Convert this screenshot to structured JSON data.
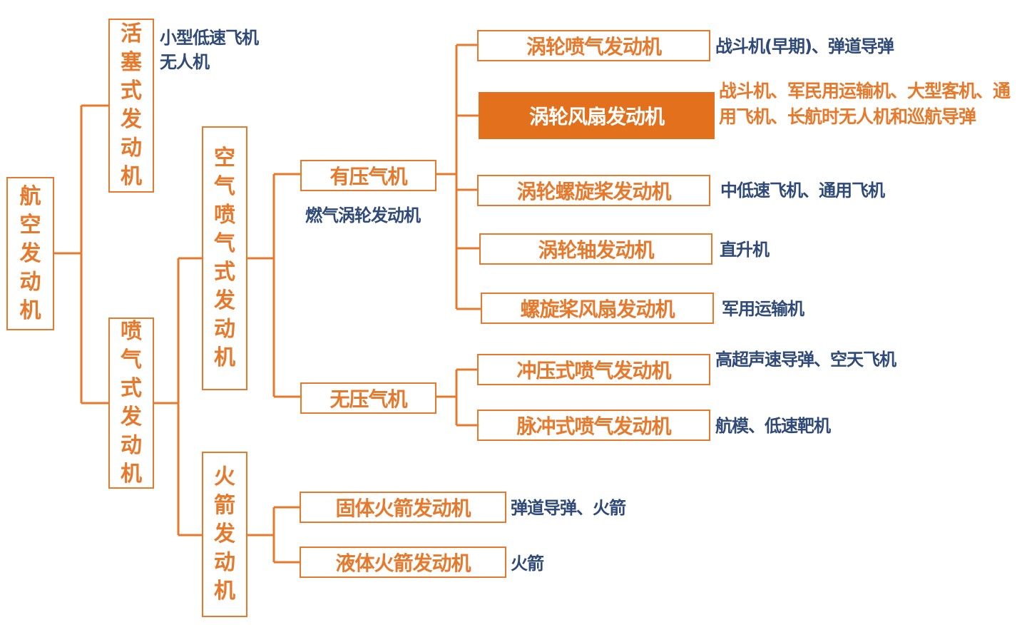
{
  "colors": {
    "accent": "#e6792b",
    "accent_fill": "#e2701c",
    "note_text": "#2f4a78"
  },
  "root": {
    "label": "航空发动机"
  },
  "piston": {
    "label": "活塞式发动机",
    "note": "小型低速飞机无人机"
  },
  "jet": {
    "label": "喷气式发动机"
  },
  "air_breathing": {
    "label": "空气喷气式发动机"
  },
  "rocket": {
    "label": "火箭发动机"
  },
  "with_compressor": {
    "label": "有压气机",
    "note": "燃气涡轮发动机"
  },
  "without_compressor": {
    "label": "无压气机"
  },
  "turbojet": {
    "label": "涡轮喷气发动机",
    "note": "战斗机(早期)、弹道导弹"
  },
  "turbofan": {
    "label": "涡轮风扇发动机",
    "note": "战斗机、军民用运输机、大型客机、通用飞机、长航时无人机和巡航导弹"
  },
  "turboprop": {
    "label": "涡轮螺旋桨发动机",
    "note": "中低速飞机、通用飞机"
  },
  "turboshaft": {
    "label": "涡轮轴发动机",
    "note": "直升机"
  },
  "propfan": {
    "label": "螺旋桨风扇发动机",
    "note": "军用运输机"
  },
  "ramjet": {
    "label": "冲压式喷气发动机",
    "note": "高超声速导弹、空天飞机"
  },
  "pulsejet": {
    "label": "脉冲式喷气发动机",
    "note": "航模、低速靶机"
  },
  "solid_rocket": {
    "label": "固体火箭发动机",
    "note": "弹道导弹、火箭"
  },
  "liquid_rocket": {
    "label": "液体火箭发动机",
    "note": "火箭"
  }
}
